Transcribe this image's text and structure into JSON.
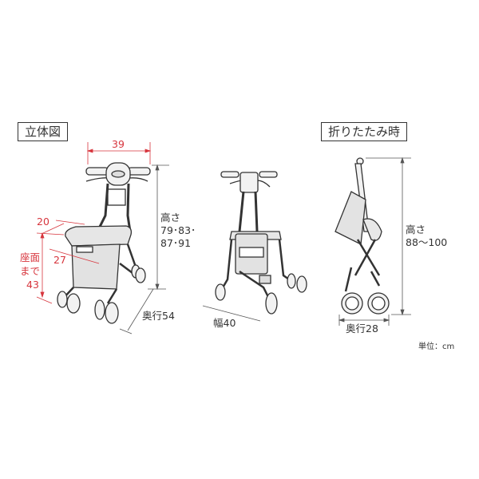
{
  "views": {
    "perspective": {
      "title": "立体図",
      "width_label": "39",
      "height_label": "高さ",
      "height_values_line1": "79･83･",
      "height_values_line2": "87･91",
      "seat_depth_label": "20",
      "seat_width_label": "27",
      "seat_height_line1": "座面",
      "seat_height_line2": "まで",
      "seat_height_value": "43",
      "depth_label": "奥行54",
      "overall_width_label": "幅40"
    },
    "folded": {
      "title": "折りたたみ時",
      "height_label": "高さ",
      "height_values": "88〜100",
      "depth_label": "奥行28"
    }
  },
  "unit_note": "単位：cm",
  "colors": {
    "dimension_red": "#d7353d",
    "dimension_gray": "#555555",
    "line": "#333333"
  }
}
